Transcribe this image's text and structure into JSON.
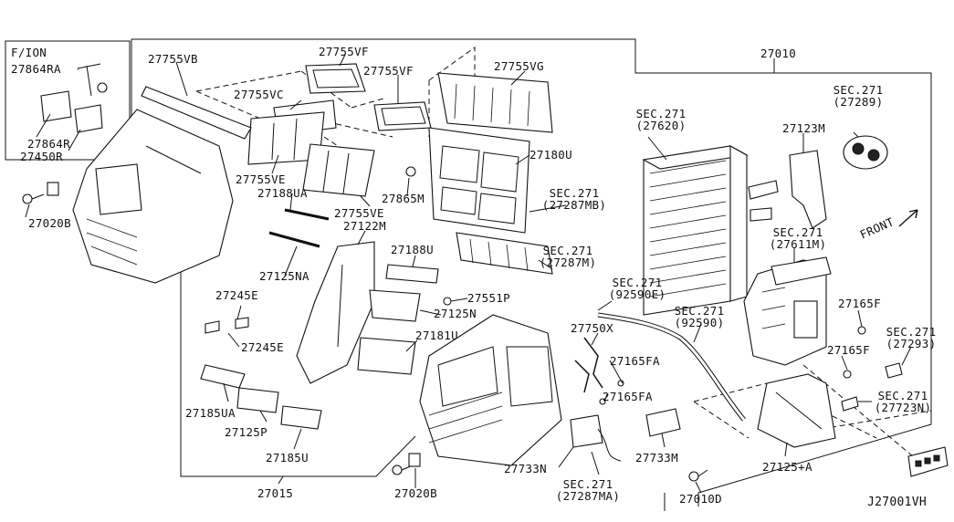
{
  "diagram_id": "J27001VH",
  "inset": {
    "title": "F/ION",
    "labels": [
      "27864RA",
      "27864R",
      "27450R"
    ]
  },
  "labels": {
    "p27755VB": "27755VB",
    "p27755VF_1": "27755VF",
    "p27755VF_2": "27755VF",
    "p27755VG": "27755VG",
    "p27755VC": "27755VC",
    "p27755VE_1": "27755VE",
    "p27188UA": "27188UA",
    "p27755VE_2": "27755VE",
    "p27180U": "27180U",
    "p27865M": "27865M",
    "p27020B_1": "27020B",
    "p27122M": "27122M",
    "p27125NA": "27125NA",
    "p27188U": "27188U",
    "p27551P": "27551P",
    "p27125N": "27125N",
    "p27245E_1": "27245E",
    "p27245E_2": "27245E",
    "p27181U": "27181U",
    "p27185UA": "27185UA",
    "p27125P": "27125P",
    "p27185U": "27185U",
    "p27015": "27015",
    "p27020B_2": "27020B",
    "p27010": "27010",
    "p27123M": "27123M",
    "p27750X": "27750X",
    "p27165FA_1": "27165FA",
    "p27165FA_2": "27165FA",
    "p27733M": "27733M",
    "p27733N": "27733N",
    "p27010D": "27010D",
    "p27165F_1": "27165F",
    "p27165F_2": "27165F",
    "p27125A": "27125+A"
  },
  "sec_refs": {
    "s27620": [
      "SEC.271",
      "(27620)"
    ],
    "s27289": [
      "SEC.271",
      "(27289)"
    ],
    "s27287MB": [
      "SEC.271",
      "(27287MB)"
    ],
    "s27287M": [
      "SEC.271",
      "(27287M)"
    ],
    "s92590E": [
      "SEC.271",
      "(92590E)"
    ],
    "s92590": [
      "SEC.271",
      "(92590)"
    ],
    "s27611M": [
      "SEC.271",
      "(27611M)"
    ],
    "s27293": [
      "SEC.271",
      "(27293)"
    ],
    "s27723N": [
      "SEC.271",
      "(27723N)"
    ],
    "s27287MA": [
      "SEC.271",
      "(27287MA)"
    ]
  },
  "front_label": "FRONT"
}
